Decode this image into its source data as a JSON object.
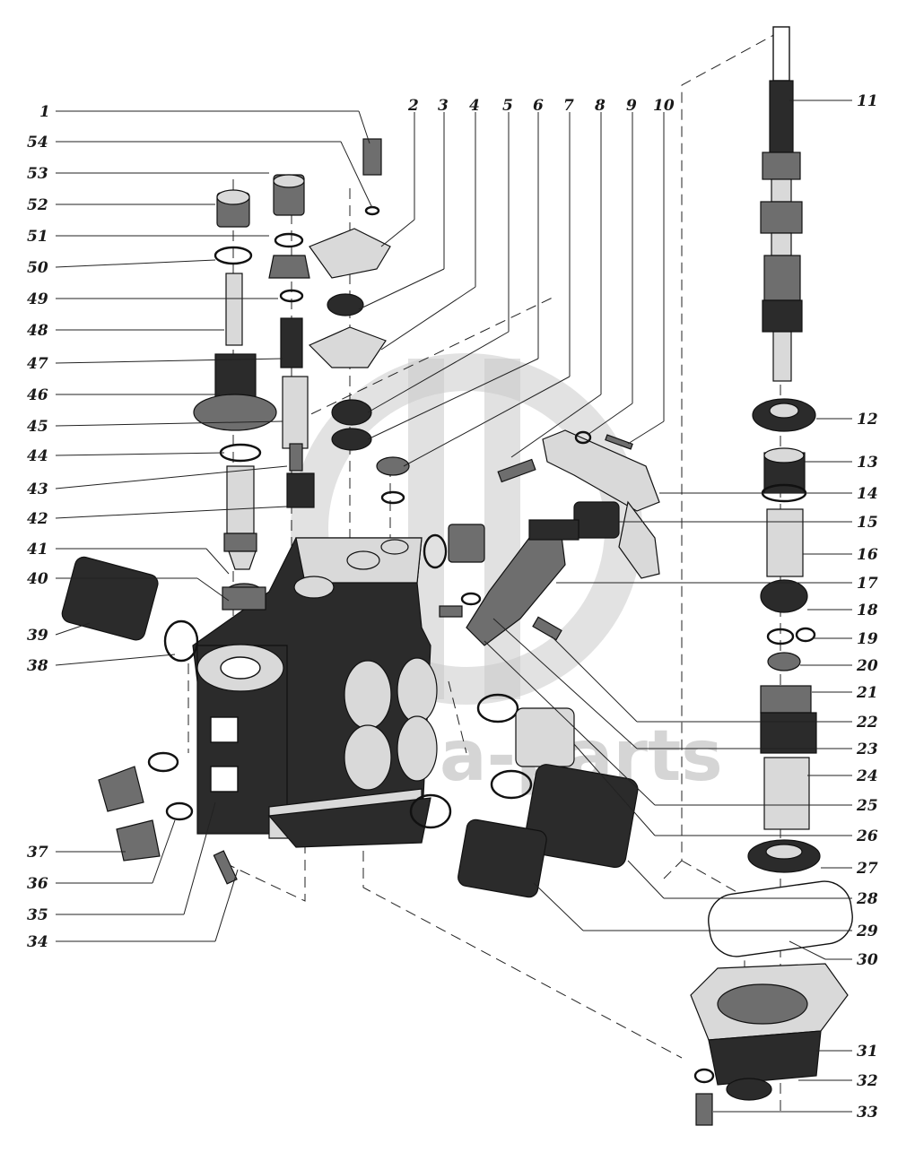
{
  "watermark": {
    "text": "a-parts",
    "color": "#c4c4c4"
  },
  "colors": {
    "ink": "#111111",
    "paper": "#ffffff"
  },
  "callouts": [
    "1",
    "2",
    "3",
    "4",
    "5",
    "6",
    "7",
    "8",
    "9",
    "10",
    "11",
    "12",
    "13",
    "14",
    "15",
    "16",
    "17",
    "18",
    "19",
    "20",
    "21",
    "22",
    "23",
    "24",
    "25",
    "26",
    "27",
    "28",
    "29",
    "30",
    "31",
    "32",
    "33",
    "34",
    "35",
    "36",
    "37",
    "38",
    "39",
    "40",
    "41",
    "42",
    "43",
    "44",
    "45",
    "46",
    "47",
    "48",
    "49",
    "50",
    "51",
    "52",
    "53",
    "54"
  ]
}
